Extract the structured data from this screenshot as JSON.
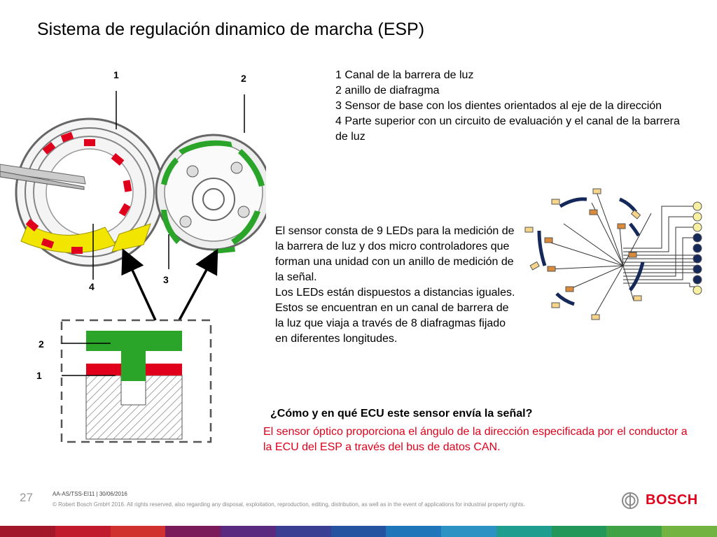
{
  "slide": {
    "title": "Sistema de regulación dinamico de marcha (ESP)",
    "photo_labels": {
      "l1": "1",
      "l2": "2",
      "l3": "3",
      "l4": "4"
    },
    "section_labels": {
      "l2": "2",
      "l1": "1"
    },
    "legend": [
      "1 Canal de la barrera de luz",
      "2 anillo de diafragma",
      "3 Sensor de base con los dientes orientados al eje de la dirección",
      "4 Parte superior con un circuito de evaluación y el canal de la barrera de luz"
    ],
    "description": [
      "El sensor consta de 9 LEDs para la medición de la barrera de luz y dos micro controladores que forman una unidad con un anillo de medición de la señal.",
      "Los LEDs están dispuestos a distancias iguales. Estos se encuentran en un canal de barrera de la luz que viaja a través de 8 diafragmas fijado en diferentes longitudes."
    ],
    "question": "¿Cómo y en qué ECU este sensor envía la señal?",
    "answer": "El sensor óptico proporciona el ángulo de la dirección especificada por el conductor a la ECU del ESP a través del bus de datos CAN."
  },
  "footer": {
    "page_number": "27",
    "doc_ref": "AA-AS/TSS-EI11 | 30/06/2016",
    "copyright": "© Robert Bosch GmbH 2016. All rights reserved, also regarding any disposal, exploitation, reproduction, editing, distribution, as well as in the event of applications for industrial property rights.",
    "brand": "BOSCH"
  },
  "colors": {
    "accent_red": "#e0001b",
    "diaphragm_green": "#2aa52a",
    "channel_yellow": "#f2e600",
    "led_navy": "#14295a",
    "bar": [
      "#a3172a",
      "#c01a2c",
      "#d0312f",
      "#7a1a5b",
      "#5a2a80",
      "#3a3f94",
      "#26539f",
      "#1f76b9",
      "#2b92c3",
      "#1f9e8f",
      "#23975a",
      "#3fa247",
      "#72b341"
    ]
  },
  "icons": {
    "brand_logo": "bosch-armature-icon",
    "pointer_arrows": "arrow-icon"
  }
}
